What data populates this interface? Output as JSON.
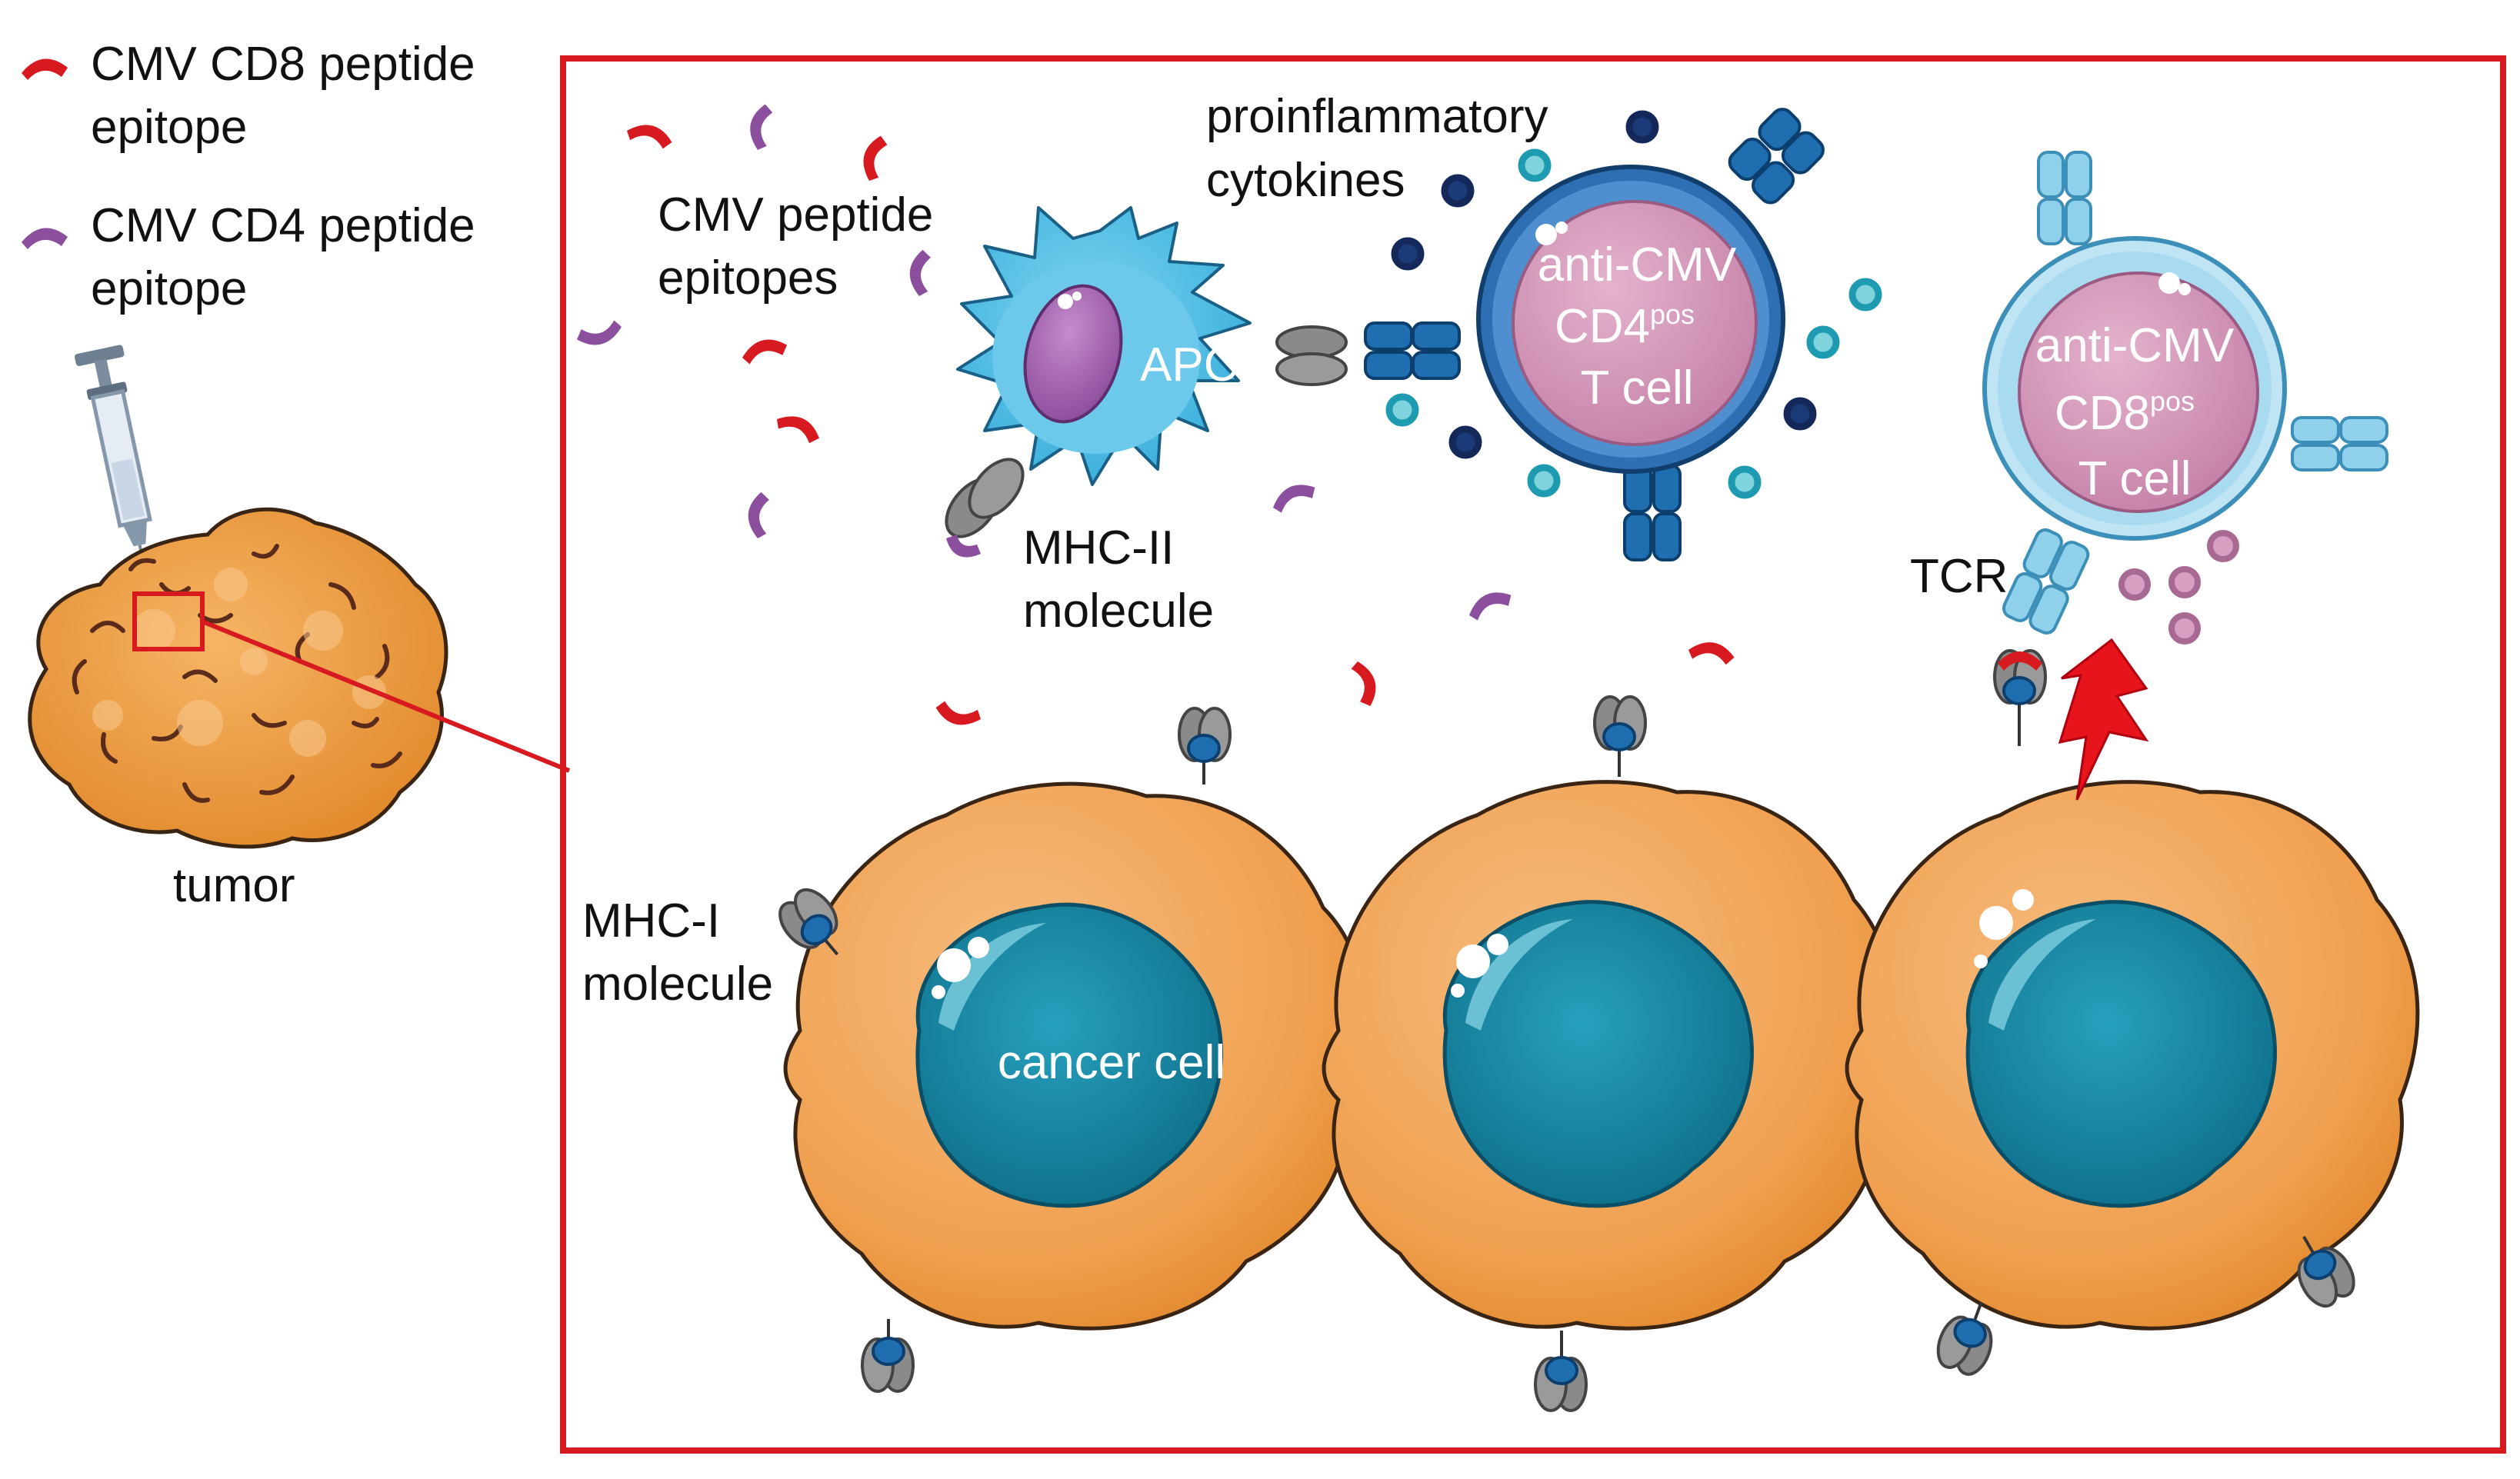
{
  "legend": {
    "cd8_line1": "CMV CD8 peptide",
    "cd8_line2": "epitope",
    "cd4_line1": "CMV CD4 peptide",
    "cd4_line2": "epitope"
  },
  "labels": {
    "tumor": "tumor",
    "peptides_line1": "CMV peptide",
    "peptides_line2": "epitopes",
    "apc": "APC",
    "mhc2_line1": "MHC-II",
    "mhc2_line2": "molecule",
    "cytokines_line1": "proinflammatory",
    "cytokines_line2": "cytokines",
    "cd4_line1": "anti-CMV",
    "cd4_line2_base": "CD4",
    "cd4_line2_sup": "pos",
    "cd4_line3": "T cell",
    "cd8_line1": "anti-CMV",
    "cd8_line2_base": "CD8",
    "cd8_line2_sup": "pos",
    "cd8_line3": "T cell",
    "tcr": "TCR",
    "mhc1_line1": "MHC-I",
    "mhc1_line2": "molecule",
    "cancer_cell": "cancer cell"
  },
  "colors": {
    "frame": "#d71920",
    "cd8_epitope": "#d71920",
    "cd4_epitope": "#8b4f9e",
    "tumor": "#f0a14a",
    "cancer_cell": "#f2a35a",
    "nucleus": "#1f93b0",
    "apc": "#55c3e8",
    "cd4_tcell": "#2e6fb3",
    "cd8_tcell": "#9fd6ee",
    "tcell_body": "#d79cbc",
    "mhc": "#8a8a8a",
    "cytokine_dark": "#1b3a78",
    "cytokine_teal": "#33b3c4",
    "lightning": "#e8141c"
  },
  "icons": {
    "syringe": "syringe-icon",
    "lightning": "lightning-bolt-icon"
  }
}
